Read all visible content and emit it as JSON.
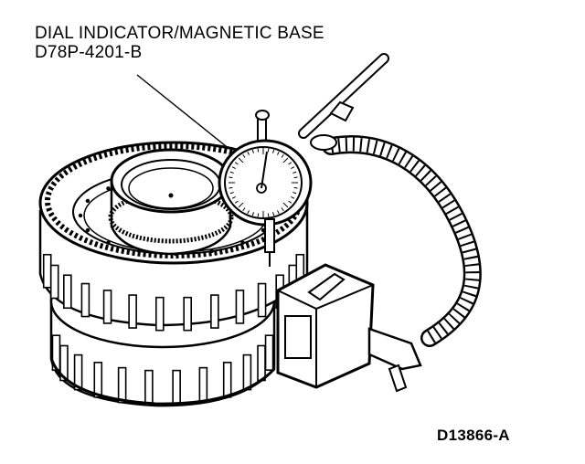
{
  "callout": {
    "line1": "DIAL INDICATOR/MAGNETIC BASE",
    "line2": "D78P-4201-B"
  },
  "figure_id": "D13866-A",
  "colors": {
    "ink": "#000000",
    "paper": "#ffffff"
  }
}
